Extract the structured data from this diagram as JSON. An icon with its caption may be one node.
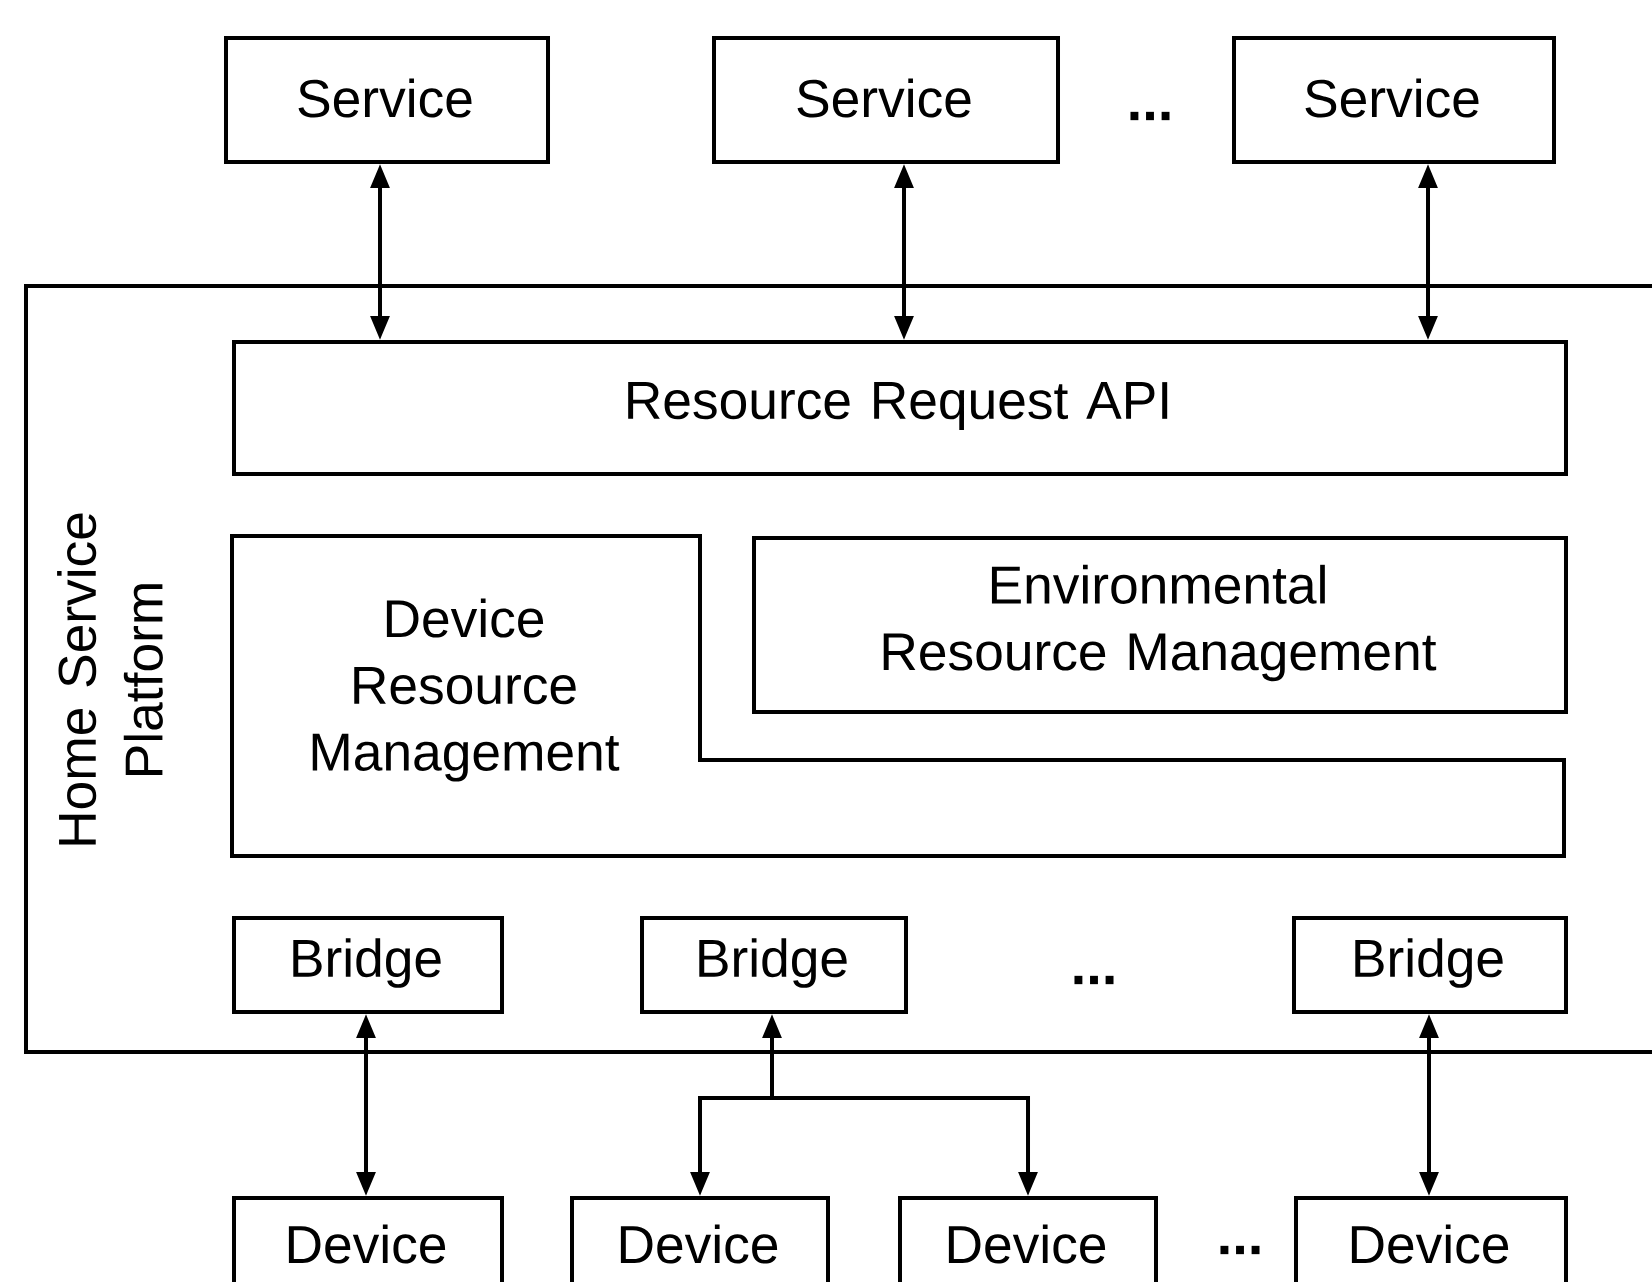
{
  "diagram": {
    "nodes": [
      {
        "text": [
          "Service"
        ]
      },
      {
        "text": [
          "Service"
        ]
      },
      {
        "text": [
          "Service"
        ]
      },
      {
        "text": [
          "Home Service Platform"
        ]
      },
      {
        "text": [
          "Resource Request API"
        ],
        "in": 3
      },
      {
        "text": [
          "Device Resource Management"
        ],
        "in": 3
      },
      {
        "text": [
          "Environmental Resource Management"
        ],
        "in": 3
      },
      {
        "text": [
          "Bridge"
        ],
        "in": 3
      },
      {
        "text": [
          "Bridge"
        ],
        "in": 3
      },
      {
        "text": [
          "Bridge"
        ],
        "in": 3
      },
      {
        "text": [
          "Device"
        ]
      },
      {
        "text": [
          "Device"
        ]
      },
      {
        "text": [
          "Device"
        ]
      },
      {
        "text": [
          "Device"
        ]
      }
    ],
    "edges": [
      {
        "from": 0,
        "to": 4,
        "arrow": "both"
      },
      {
        "from": 1,
        "to": 4,
        "arrow": "both"
      },
      {
        "from": 2,
        "to": 4,
        "arrow": "both"
      },
      {
        "from": 7,
        "to": 10,
        "arrow": "both"
      },
      {
        "from": 8,
        "to": 11,
        "arrow": "both"
      },
      {
        "from": 8,
        "to": 12,
        "arrow": "both"
      },
      {
        "from": 9,
        "to": 13,
        "arrow": "both"
      }
    ],
    "labels": [
      "...",
      "...",
      "..."
    ]
  }
}
